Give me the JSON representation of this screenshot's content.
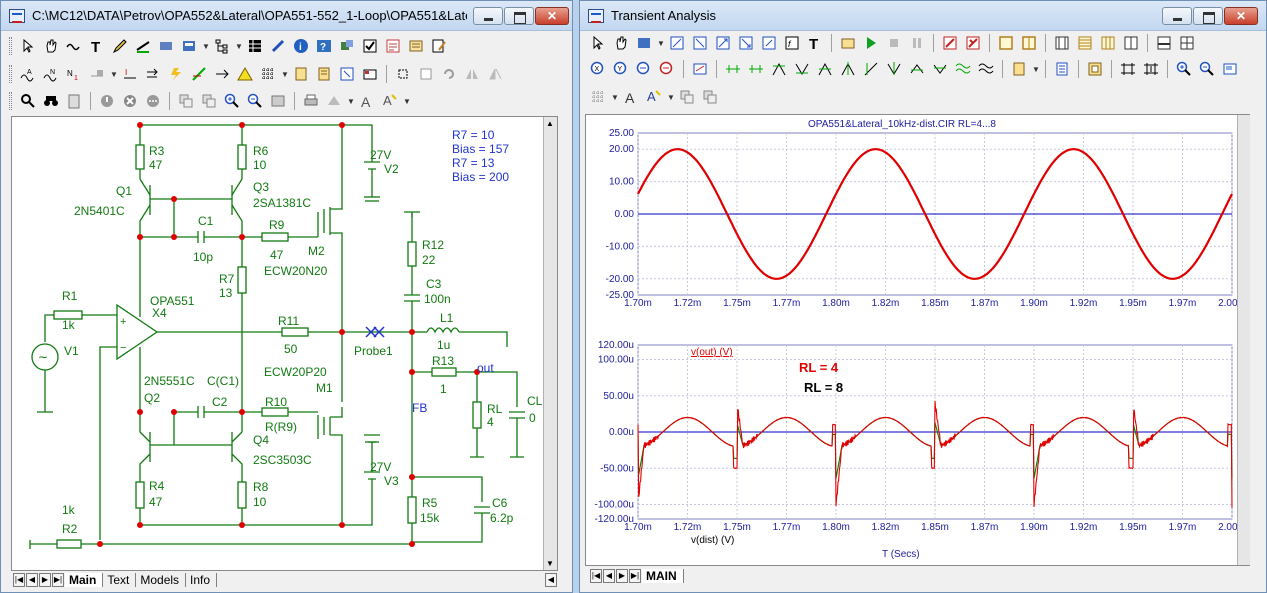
{
  "editor": {
    "title": "C:\\MC12\\DATA\\Petrov\\OPA552&Lateral\\OPA551-552_1-Loop\\OPA551&Lateral_...",
    "tabs": [
      "Main",
      "Text",
      "Models",
      "Info"
    ],
    "active_tab": "Main",
    "schematic": {
      "notes": [
        "R7 = 10",
        "Bias = 157",
        "R7 = 13",
        "Bias = 200"
      ],
      "components": [
        {
          "ref": "R3",
          "value": "47"
        },
        {
          "ref": "R6",
          "value": "10"
        },
        {
          "ref": "Q1",
          "value": "2N5401C"
        },
        {
          "ref": "Q3",
          "value": "2SA1381C"
        },
        {
          "ref": "C1",
          "value": "10p"
        },
        {
          "ref": "R9",
          "value": "47"
        },
        {
          "ref": "M2",
          "value": "ECW20N20"
        },
        {
          "ref": "R7",
          "value": "13"
        },
        {
          "ref": "R1",
          "value": "1k"
        },
        {
          "ref": "X4",
          "value": "OPA551"
        },
        {
          "ref": "V1",
          "value": ""
        },
        {
          "ref": "R11",
          "value": "50"
        },
        {
          "ref": "M1",
          "value": "ECW20P20"
        },
        {
          "ref": "Q2",
          "value": "2N5551C"
        },
        {
          "ref": "C2",
          "value": "C(C1)"
        },
        {
          "ref": "R10",
          "value": "R(R9)"
        },
        {
          "ref": "Q4",
          "value": "2SC3503C"
        },
        {
          "ref": "R4",
          "value": "47"
        },
        {
          "ref": "R8",
          "value": "10"
        },
        {
          "ref": "R2",
          "value": "1k"
        },
        {
          "ref": "V2",
          "value": "27V"
        },
        {
          "ref": "V3",
          "value": "27V"
        },
        {
          "ref": "R12",
          "value": "22"
        },
        {
          "ref": "C3",
          "value": "100n"
        },
        {
          "ref": "L1",
          "value": "1u"
        },
        {
          "ref": "R13",
          "value": "1"
        },
        {
          "ref": "RL",
          "value": "4"
        },
        {
          "ref": "CL",
          "value": "0"
        },
        {
          "ref": "R5",
          "value": "15k"
        },
        {
          "ref": "C6",
          "value": "6.2p"
        }
      ],
      "probe": "Probe1",
      "node_out": "out",
      "node_fb": "FB"
    }
  },
  "analysis": {
    "title": "Transient Analysis",
    "tabs": [
      "MAIN"
    ],
    "active_tab": "MAIN",
    "plot_title": "OPA551&Lateral_10kHz-dist.CIR RL=4...8",
    "xlabel": "T (Secs)",
    "legend": [
      {
        "label": "RL = 4",
        "color": "#e00000"
      },
      {
        "label": "RL = 8",
        "color": "#000000"
      }
    ],
    "x_ticks": [
      "1.70m",
      "1.72m",
      "1.75m",
      "1.77m",
      "1.80m",
      "1.82m",
      "1.85m",
      "1.87m",
      "1.90m",
      "1.92m",
      "1.95m",
      "1.97m",
      "2.00m"
    ]
  },
  "chart_data": [
    {
      "type": "line",
      "name": "v(out) (V)",
      "xlabel": "",
      "ylabel": "v(out) (V)",
      "xlim": [
        0.0017,
        0.002
      ],
      "ylim": [
        -25,
        25
      ],
      "y_ticks": [
        "25.00",
        "20.00",
        "10.00",
        "0.00",
        "-10.00",
        "-20.00",
        "-25.00"
      ],
      "series": [
        {
          "name": "RL = 4",
          "color": "#e00000",
          "amplitude": 20,
          "frequency_hz": 10000,
          "phase_peak_at": 0.00172
        }
      ]
    },
    {
      "type": "line",
      "name": "v(dist) (V)",
      "xlabel": "T (Secs)",
      "ylabel": "v(dist) (V)",
      "xlim": [
        0.0017,
        0.002
      ],
      "ylim": [
        -0.00012,
        0.00012
      ],
      "y_ticks": [
        "120.00u",
        "100.00u",
        "50.00u",
        "0.00u",
        "-50.00u",
        "-100.00u",
        "-120.00u"
      ],
      "series": [
        {
          "name": "RL = 4",
          "color": "#e00000"
        },
        {
          "name": "RL = 8",
          "color": "#008000"
        }
      ]
    }
  ]
}
